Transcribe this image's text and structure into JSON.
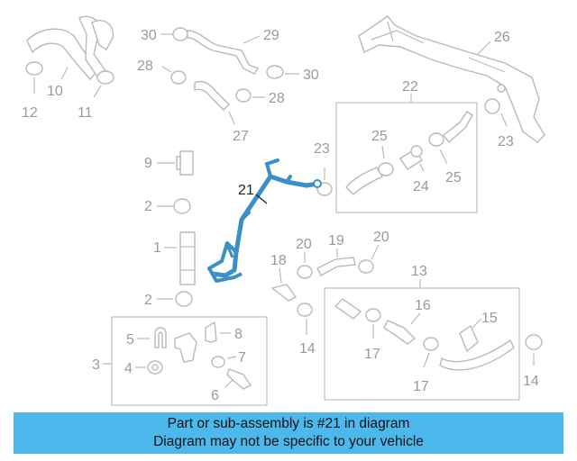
{
  "diagram": {
    "highlight_color": "#3a8fc8",
    "line_color": "#b9b9b9",
    "labels": {
      "c1": "1",
      "c2a": "2",
      "c2b": "2",
      "c3": "3",
      "c4": "4",
      "c5": "5",
      "c6": "6",
      "c7": "7",
      "c8": "8",
      "c9": "9",
      "c10": "10",
      "c11": "11",
      "c12": "12",
      "c13": "13",
      "c14a": "14",
      "c14b": "14",
      "c15": "15",
      "c16": "16",
      "c17a": "17",
      "c17b": "17",
      "c18": "18",
      "c19": "19",
      "c20a": "20",
      "c20b": "20",
      "c21": "21",
      "c22": "22",
      "c23a": "23",
      "c23b": "23",
      "c24": "24",
      "c25a": "25",
      "c25b": "25",
      "c26": "26",
      "c27": "27",
      "c28a": "28",
      "c28b": "28",
      "c29": "29",
      "c30a": "30",
      "c30b": "30"
    }
  },
  "banner": {
    "background": "#4db8ec",
    "line1": "Part or sub-assembly is #21 in diagram",
    "line2": "Diagram may not be specific to your vehicle"
  }
}
